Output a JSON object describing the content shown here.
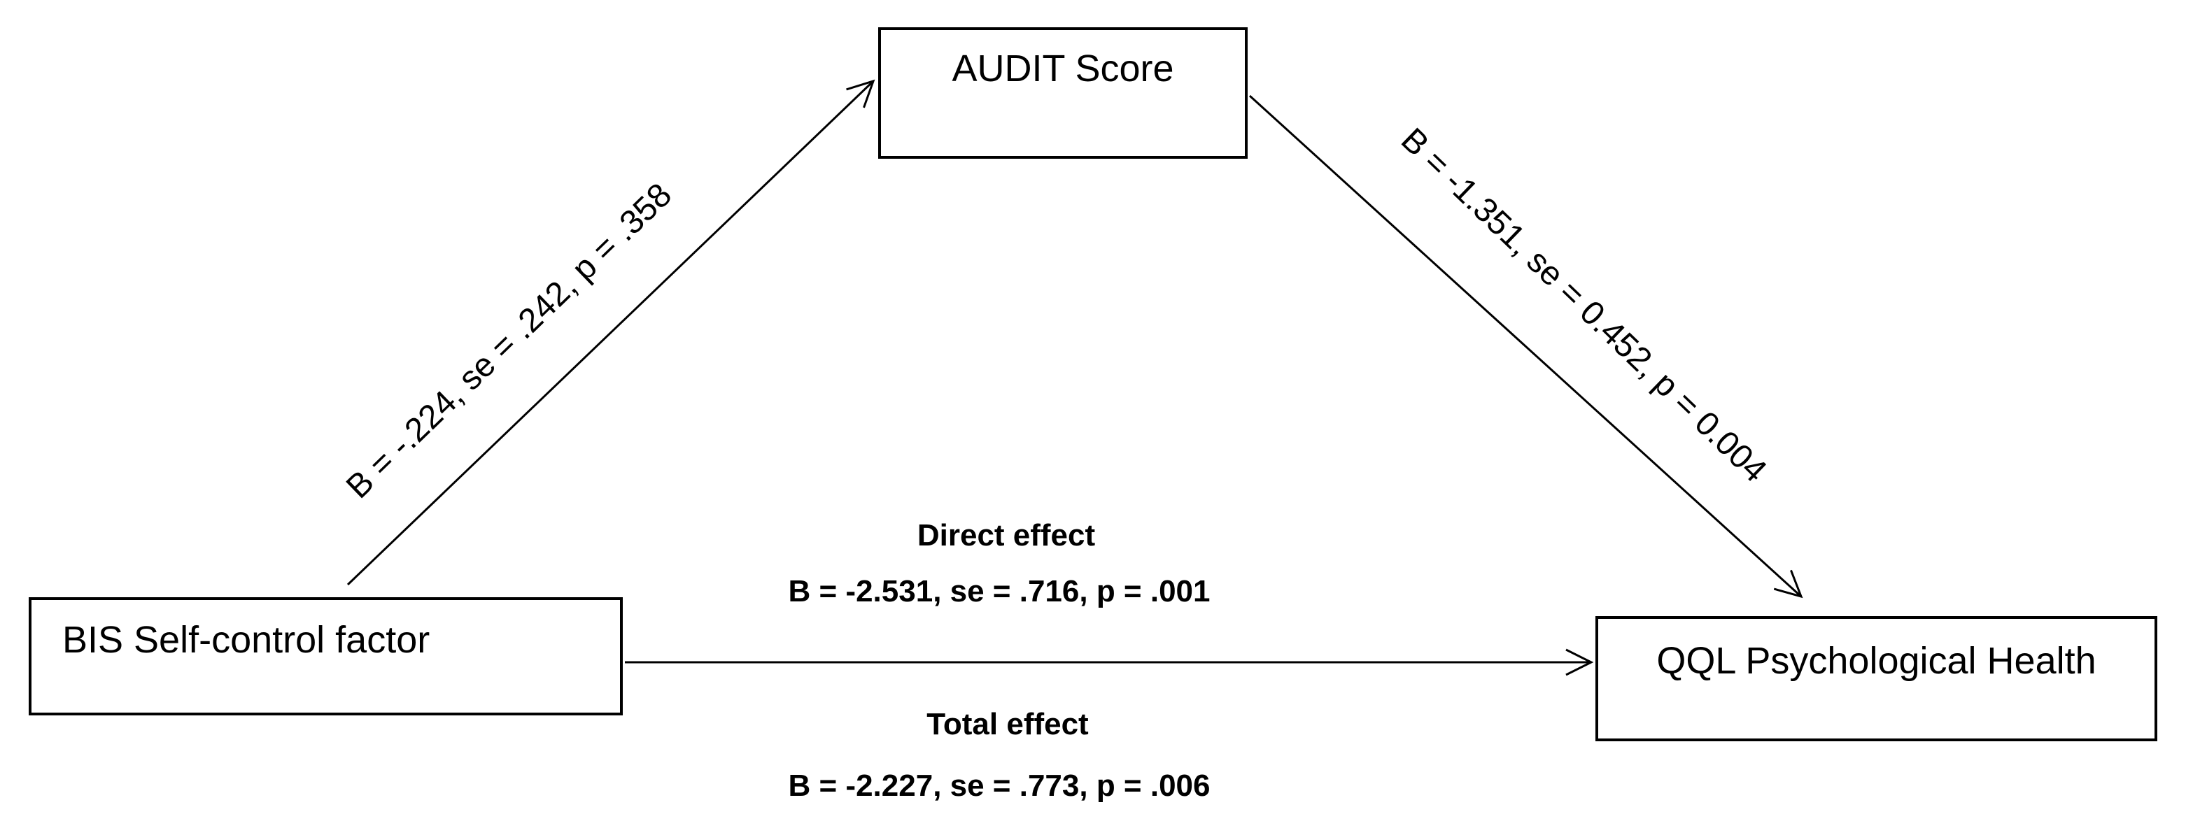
{
  "diagram": {
    "background": "#ffffff",
    "line_color": "#000000",
    "nodes": {
      "predictor": {
        "label": "BIS Self-control factor"
      },
      "mediator": {
        "label": "AUDIT Score"
      },
      "outcome": {
        "label": "QQL Psychological Health"
      }
    },
    "paths": {
      "a_path": {
        "label": "B = -.224, se = .242, p = .358"
      },
      "b_path": {
        "label": "B = -1.351, se = 0.452, p = 0.004"
      },
      "direct": {
        "title": "Direct effect",
        "stats": "B = -2.531, se = .716, p = .001"
      },
      "total": {
        "title": "Total effect",
        "stats": "B = -2.227, se = .773, p = .006"
      }
    }
  }
}
